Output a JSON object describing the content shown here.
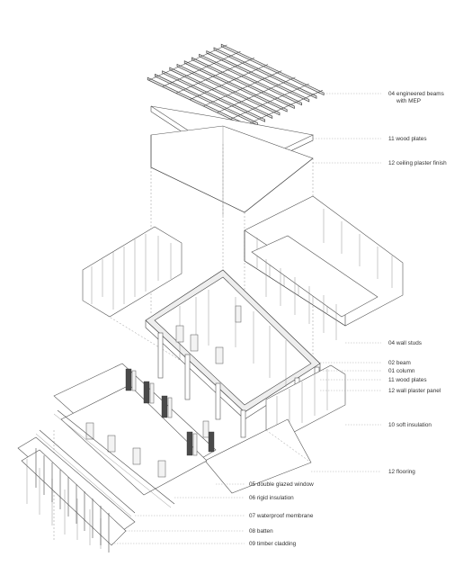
{
  "labels": [
    {
      "id": "l1",
      "text": "04 engineered beams",
      "text2": "with MEP"
    },
    {
      "id": "l2",
      "text": "11 wood plates"
    },
    {
      "id": "l3",
      "text": "12 ceiling plaster finish"
    },
    {
      "id": "l4",
      "text": "04 wall studs"
    },
    {
      "id": "l5",
      "text": "02 beam"
    },
    {
      "id": "l6",
      "text": "01 column"
    },
    {
      "id": "l7",
      "text": "11 wood plates"
    },
    {
      "id": "l8",
      "text": "12 wall plaster panel"
    },
    {
      "id": "l9",
      "text": "10 soft insulation"
    },
    {
      "id": "l10",
      "text": "12 flooring"
    },
    {
      "id": "l11",
      "text": "05 double glazed window"
    },
    {
      "id": "l12",
      "text": "06 rigid insulation"
    },
    {
      "id": "l13",
      "text": "07 waterproof membrane"
    },
    {
      "id": "l14",
      "text": "08 batten"
    },
    {
      "id": "l15",
      "text": "09 timber cladding"
    }
  ]
}
